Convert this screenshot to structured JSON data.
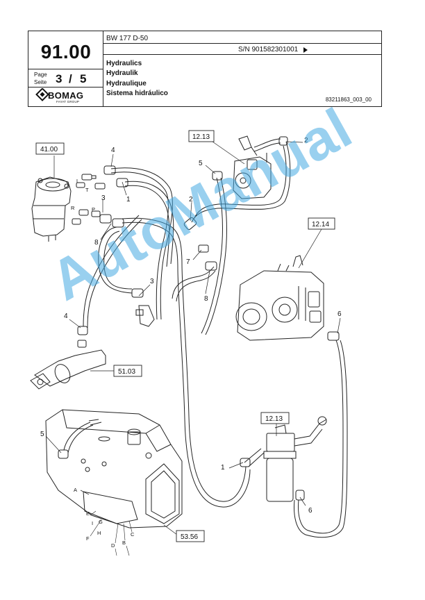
{
  "header": {
    "model": "BW 177 D-50",
    "serial": "S/N 901582301001",
    "section_number": "91.00",
    "page_label": "Page",
    "seite_label": "Seite",
    "page_current": "3",
    "page_separator": "/",
    "page_total": "5",
    "titles": [
      "Hydraulics",
      "Hydraulik",
      "Hydraulique",
      "Sistema hidráulico"
    ],
    "doc_number": "83211863_003_00",
    "brand": "BOMAG",
    "brand_sub": "FAYAT GROUP"
  },
  "diagram": {
    "reference_boxes": [
      "41.00",
      "12.13",
      "12.14",
      "51.03",
      "12.13",
      "53.56"
    ],
    "callouts": [
      "4",
      "1",
      "3",
      "8",
      "2",
      "5",
      "2",
      "7",
      "3",
      "8",
      "4",
      "6",
      "5",
      "1",
      "6"
    ],
    "port_letters": [
      "L",
      "T",
      "R",
      "P",
      "A",
      "E",
      "F",
      "G",
      "H",
      "I",
      "D",
      "B",
      "C"
    ]
  },
  "watermark": "AutoManual"
}
